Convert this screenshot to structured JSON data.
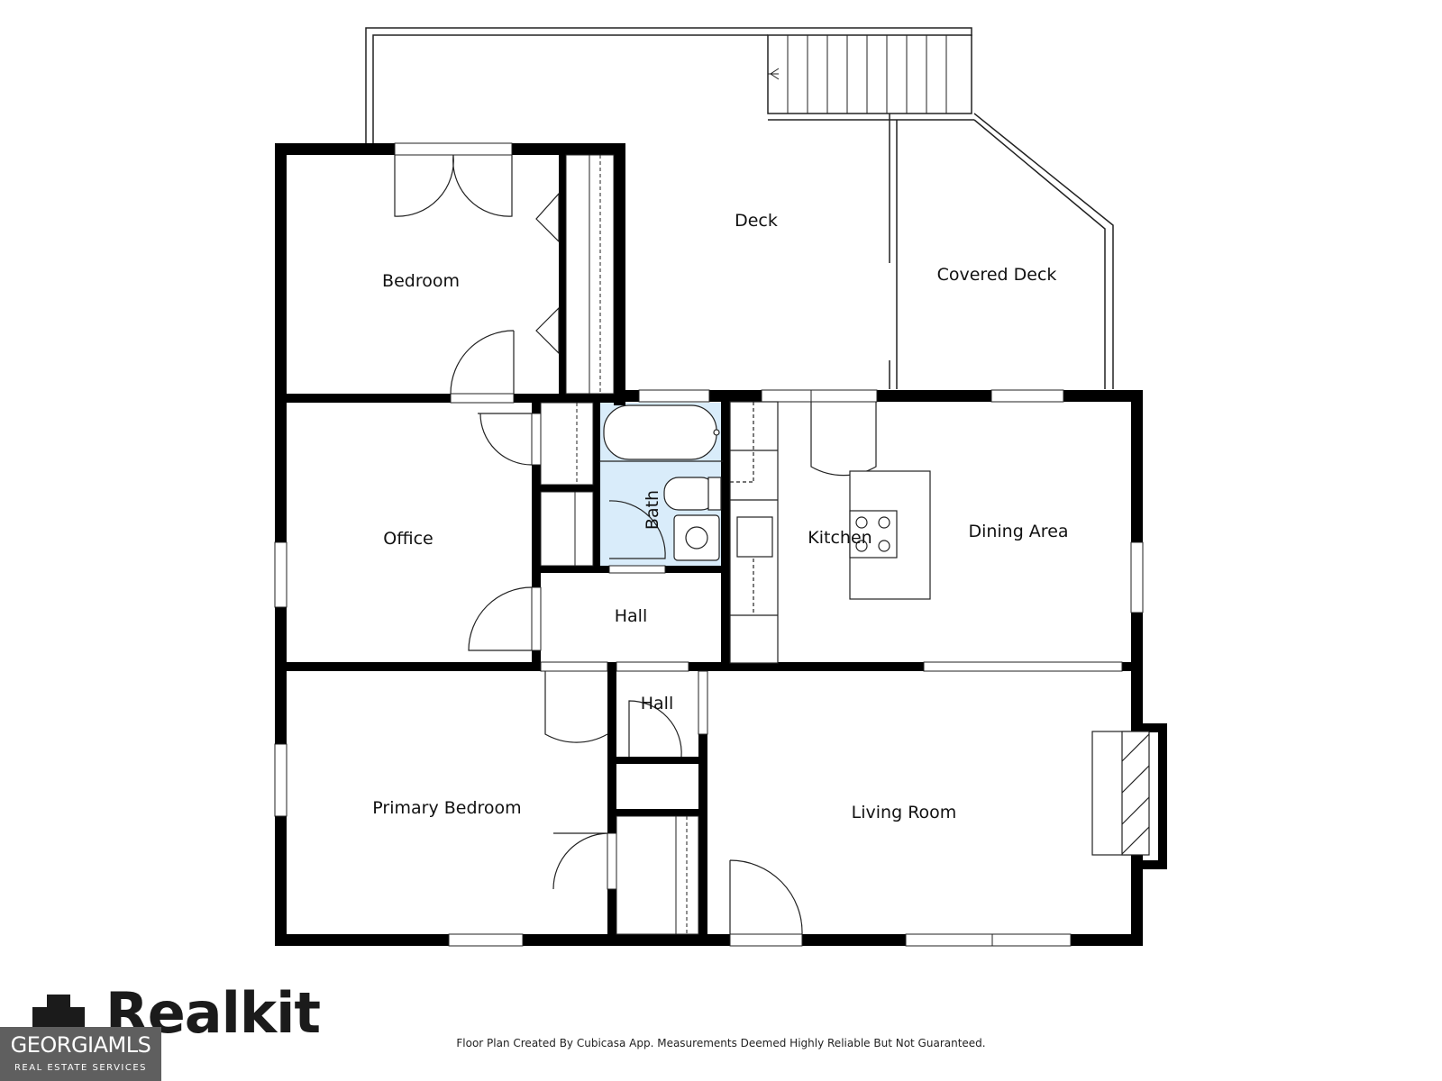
{
  "rooms": {
    "bedroom": "Bedroom",
    "deck": "Deck",
    "covered_deck": "Covered Deck",
    "office": "Office",
    "bath": "Bath",
    "kitchen": "Kitchen",
    "dining_area": "Dining Area",
    "hall_upper": "Hall",
    "hall_lower": "Hall",
    "primary_bedroom": "Primary Bedroom",
    "living_room": "Living Room"
  },
  "footer": {
    "note": "Floor Plan Created By Cubicasa App. Measurements Deemed Highly Reliable But Not Guaranteed.",
    "brand": "Realkit",
    "mls_name": "GEORGIAMLS",
    "mls_sub": "REAL ESTATE SERVICES"
  },
  "colors": {
    "wall": "#000000",
    "bath_fill": "#d9ecfa",
    "mls_badge": "#5f5f5f"
  }
}
